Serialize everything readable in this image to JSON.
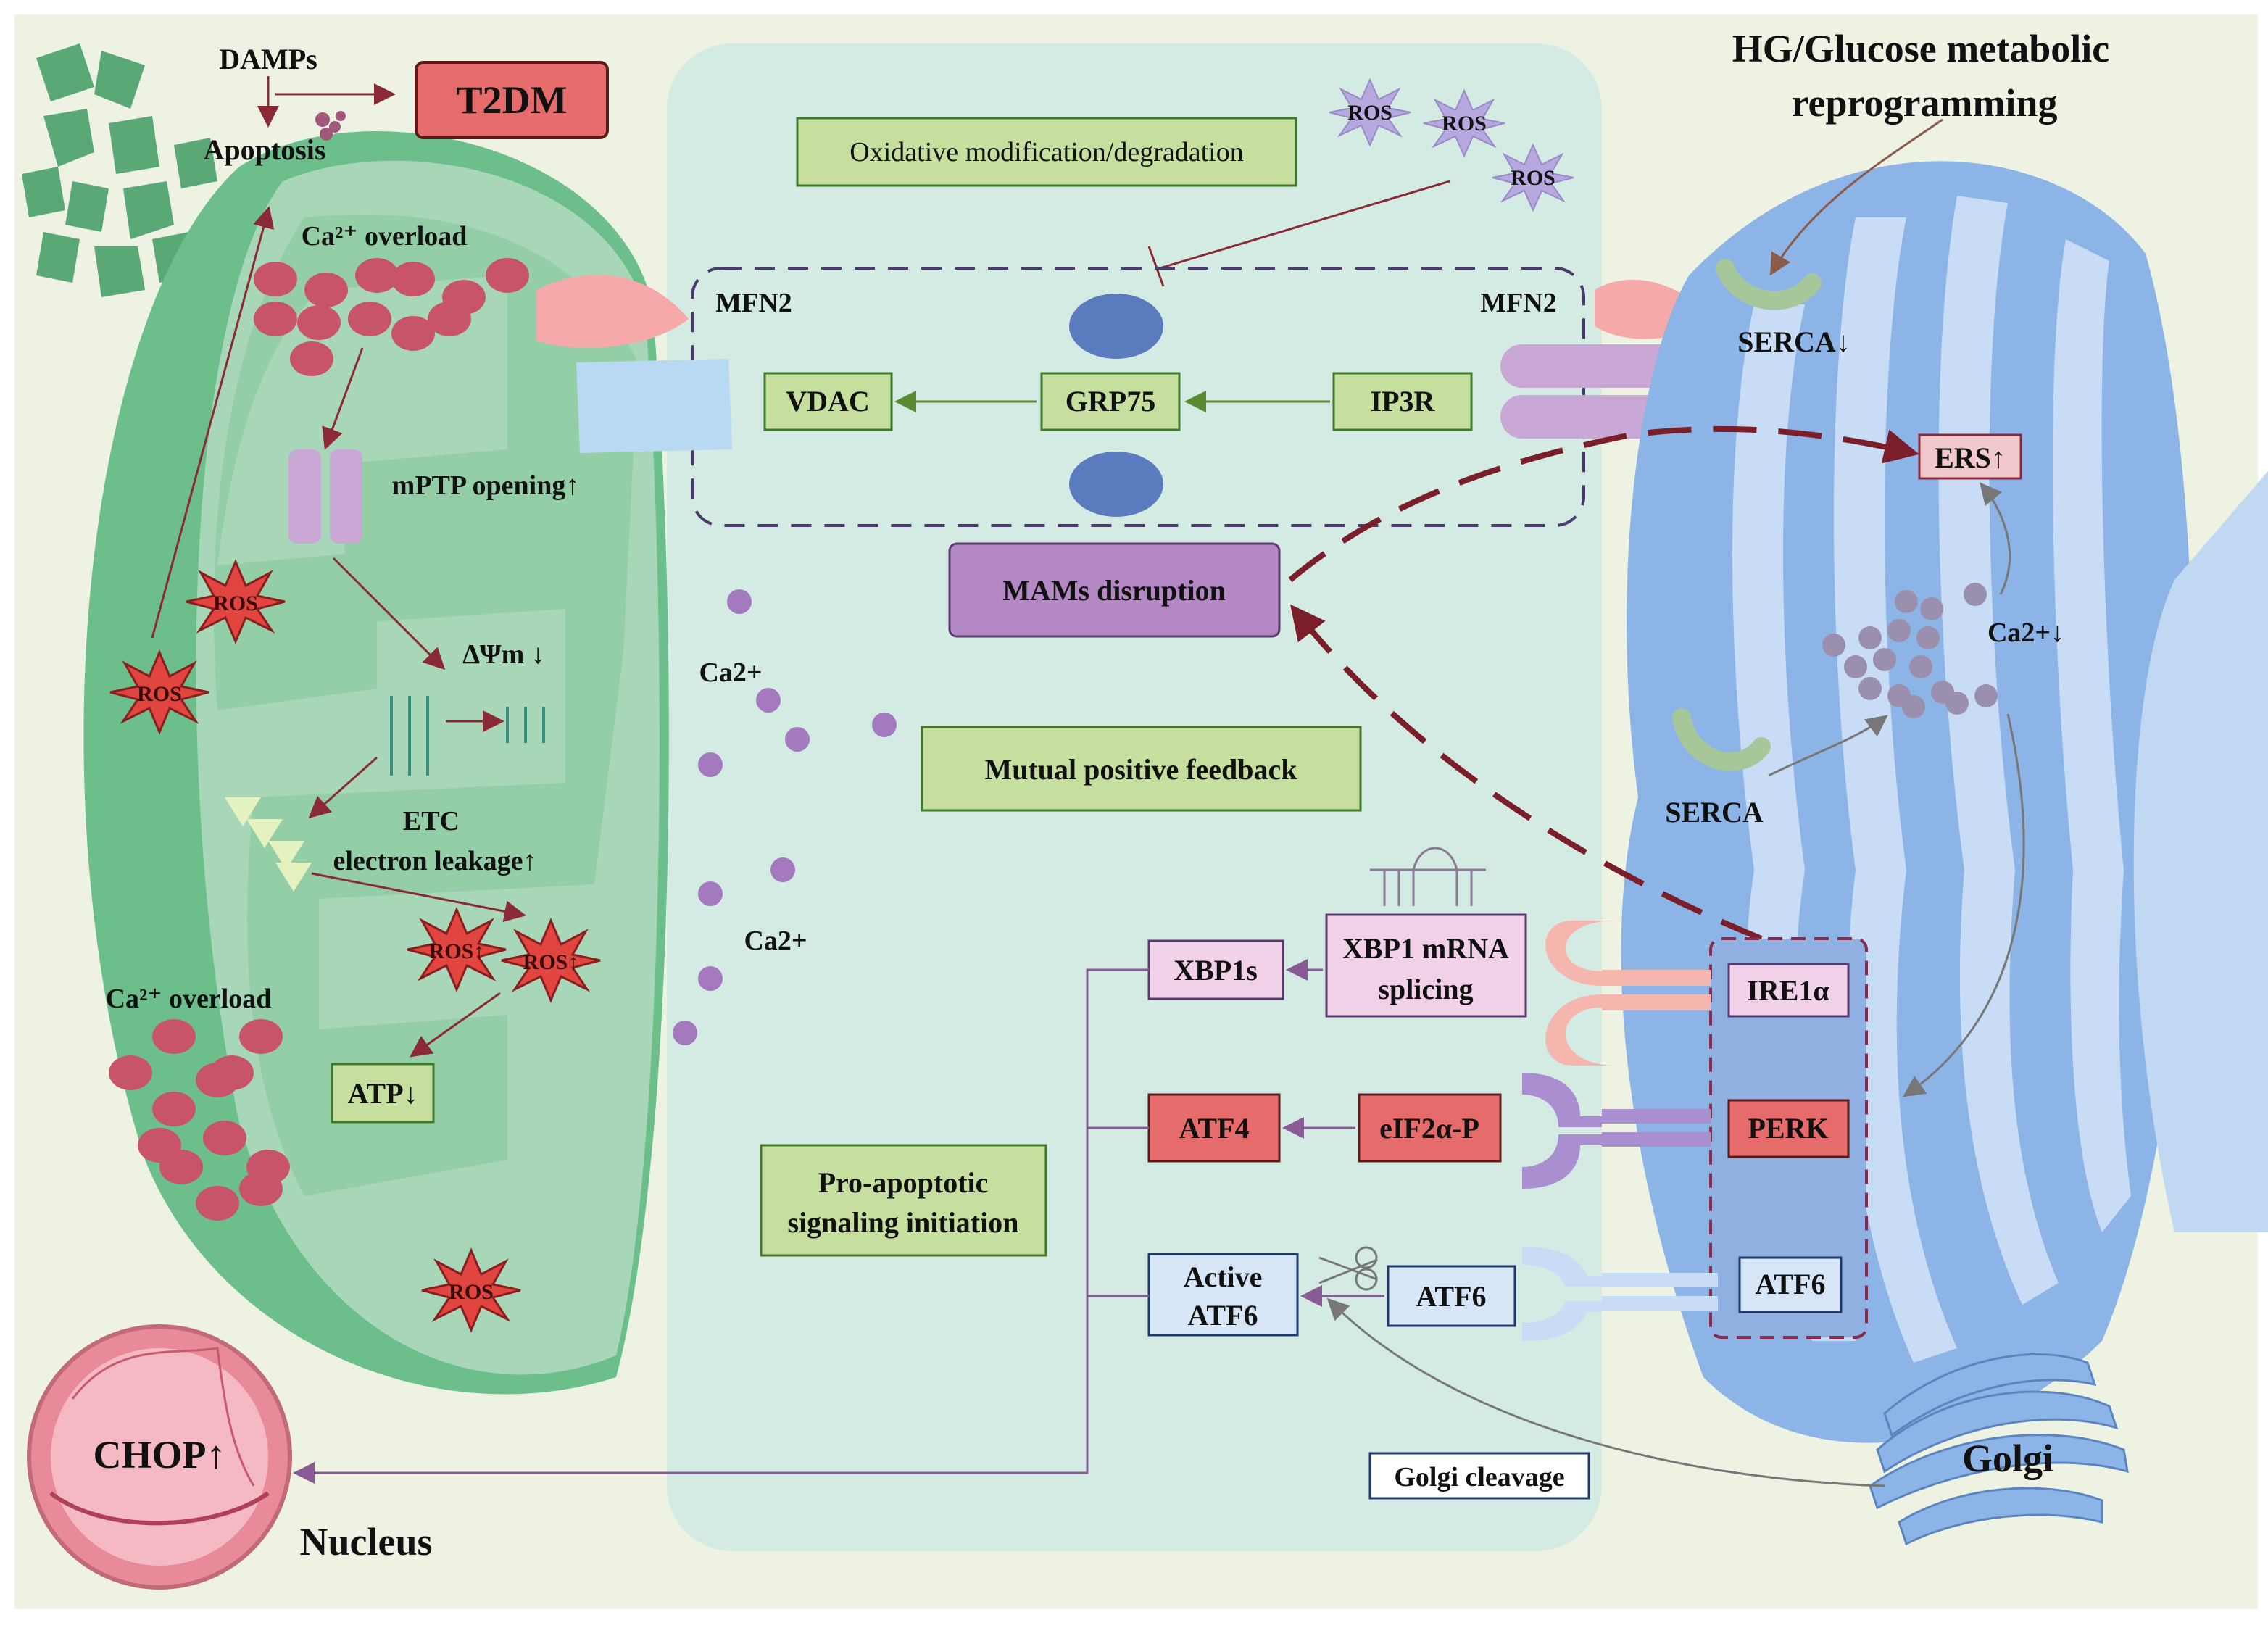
{
  "labels": {
    "damps": "DAMPs",
    "apoptosis": "Apoptosis",
    "t2dm": "T2DM",
    "ca_overload_top": "Ca²⁺ overload",
    "mptp": "mPTP opening↑",
    "delta_psi": "ΔΨm ↓",
    "etc_1": "ETC",
    "etc_2": "electron leakage↑",
    "ca_overload_bottom": "Ca²⁺ overload",
    "atp": "ATP↓",
    "ros": "ROS",
    "ros_up": "ROS↑",
    "oxidative": "Oxidative modification/degradation",
    "mfn2_left": "MFN2",
    "mfn2_right": "MFN2",
    "vdac": "VDAC",
    "grp75": "GRP75",
    "ip3r": "IP3R",
    "mams": "MAMs disruption",
    "ca2_1": "Ca2+",
    "ca2_2": "Ca2+",
    "mutual": "Mutual positive feedback",
    "pro_apop_1": "Pro-apoptotic",
    "pro_apop_2": "signaling initiation",
    "hg_1": "HG/Glucose metabolic",
    "hg_2": "reprogramming",
    "serca_down": "SERCA↓",
    "ers": "ERS↑",
    "ca2_down": "Ca2+↓",
    "serca": "SERCA",
    "xbp1_1": "XBP1 mRNA",
    "xbp1_2": "splicing",
    "xbp1s": "XBP1s",
    "ire1a": "IRE1α",
    "atf4": "ATF4",
    "eif2a": "eIF2α-P",
    "perk": "PERK",
    "active_atf6_1": "Active",
    "active_atf6_2": "ATF6",
    "atf6_mid": "ATF6",
    "atf6_er": "ATF6",
    "golgi_cleavage": "Golgi cleavage",
    "golgi": "Golgi",
    "chop": "CHOP↑",
    "nucleus": "Nucleus"
  },
  "colors": {
    "mito": "#6cbf8a",
    "mam_bg": "#d3ebe3",
    "er": "#8cb4e6",
    "green_box": "#c6df9e",
    "red_box": "#e66b6b",
    "purple_box": "#b388c4",
    "pink_box": "#f1d1e8",
    "blue_box": "#d6e6f7",
    "arrow_red": "#8a2a36",
    "arrow_green": "#5a8a2f",
    "arrow_purple": "#8a5a96"
  }
}
